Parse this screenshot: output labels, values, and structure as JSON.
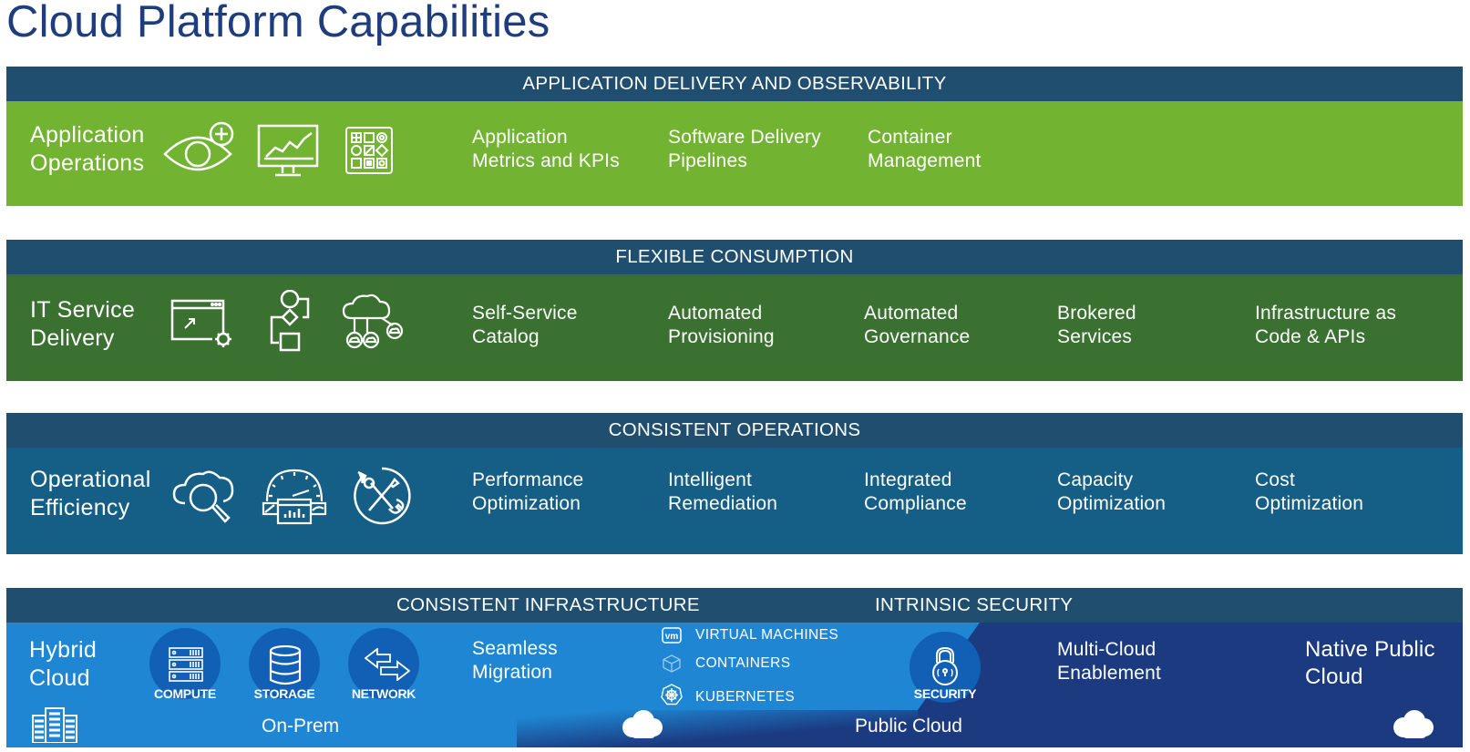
{
  "title": "Cloud Platform Capabilities",
  "colors": {
    "title": "#1d3d7e",
    "header_bar": "#1f4e6e",
    "app_band": "#72b332",
    "flex_band": "#3a7131",
    "ops_band": "#155e86",
    "infra_light": "#1e86d2",
    "infra_dark": "#1b3a80",
    "icon_circle": "#1160b5"
  },
  "bands": {
    "app": {
      "header": "APPLICATION DELIVERY AND OBSERVABILITY",
      "label": "Application\nOperations",
      "icons": [
        "eye-plus-icon",
        "monitor-chart-icon",
        "app-grid-icon"
      ],
      "capabilities": [
        "Application\nMetrics and KPIs",
        "Software Delivery\nPipelines",
        "Container\nManagement"
      ]
    },
    "flex": {
      "header": "FLEXIBLE CONSUMPTION",
      "label": "IT Service\nDelivery",
      "icons": [
        "browser-gear-icon",
        "flowchart-icon",
        "cloud-network-icon"
      ],
      "capabilities": [
        "Self-Service\nCatalog",
        "Automated\nProvisioning",
        "Automated\nGovernance",
        "Brokered\nServices",
        "Infrastructure as\nCode & APIs"
      ]
    },
    "ops": {
      "header": "CONSISTENT OPERATIONS",
      "label": "Operational\nEfficiency",
      "icons": [
        "cloud-search-icon",
        "dashboard-gauge-icon",
        "tools-cycle-icon"
      ],
      "capabilities": [
        "Performance\nOptimization",
        "Intelligent\nRemediation",
        "Integrated\nCompliance",
        "Capacity\nOptimization",
        "Cost\nOptimization"
      ]
    },
    "infra": {
      "header_left": "CONSISTENT INFRASTRUCTURE",
      "header_right": "INTRINSIC SECURITY",
      "label": "Hybrid\nCloud",
      "pillars": [
        "COMPUTE",
        "STORAGE",
        "NETWORK"
      ],
      "security": "SECURITY",
      "migration": "Seamless\nMigration",
      "workloads": [
        "VIRTUAL MACHINES",
        "CONTAINERS",
        "KUBERNETES"
      ],
      "multicloud": "Multi-Cloud\nEnablement",
      "native": "Native Public\nCloud",
      "on_prem": "On-Prem",
      "public_cloud": "Public Cloud"
    }
  }
}
